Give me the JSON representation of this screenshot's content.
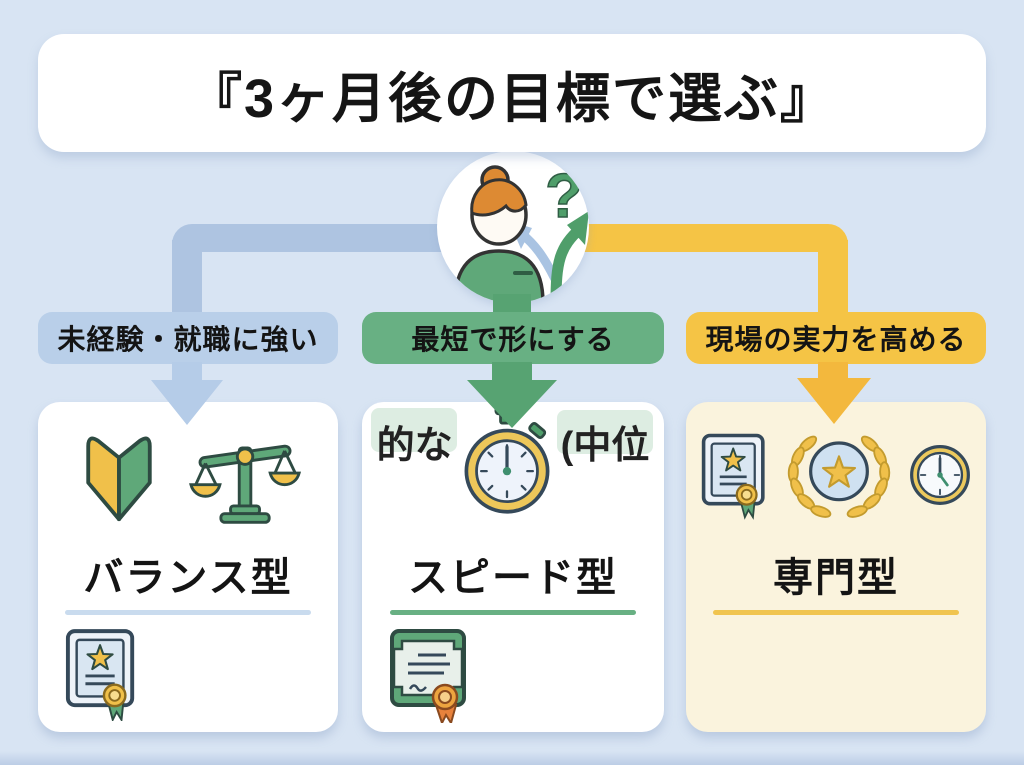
{
  "title": "『3ヶ月後の目標で選ぶ』",
  "center_figure": {
    "question_mark": "?",
    "icons": [
      "person-icon",
      "branching-arrows-icon",
      "question-mark-icon"
    ]
  },
  "branches": [
    {
      "label": "未経験・就職に強い",
      "color": "#b9cfe9"
    },
    {
      "label": "最短で形にする",
      "color": "#68b083"
    },
    {
      "label": "現場の実力を高める",
      "color": "#f5c445"
    }
  ],
  "cards": [
    {
      "title": "バランス型",
      "bg": "#ffffff",
      "divider_color": "#c9dbee",
      "icons": [
        "beginner-mark-icon",
        "balance-scale-icon",
        "certificate-icon"
      ]
    },
    {
      "title": "スピード型",
      "bg": "#ffffff",
      "divider_color": "#68b083",
      "overlay_text_left": "的な",
      "overlay_text_right": "(中位",
      "icons": [
        "stopwatch-icon",
        "certificate-icon"
      ]
    },
    {
      "title": "専門型",
      "bg": "#faf3dd",
      "divider_color": "#f0c44f",
      "icons": [
        "certificate-icon",
        "laurel-medal-icon",
        "clock-icon"
      ]
    }
  ],
  "colors": {
    "background": "#d8e4f3",
    "blue_branch": "#b9cfe9",
    "blue_connector": "#aec4e1",
    "green_branch": "#68b083",
    "green_arrow": "#57a372",
    "yellow_branch": "#f5c445",
    "card_cream": "#faf3dd",
    "icon_outline": "#35495a",
    "icon_green": "#5fa879",
    "icon_gold": "#f0c04a",
    "text": "#141414"
  }
}
